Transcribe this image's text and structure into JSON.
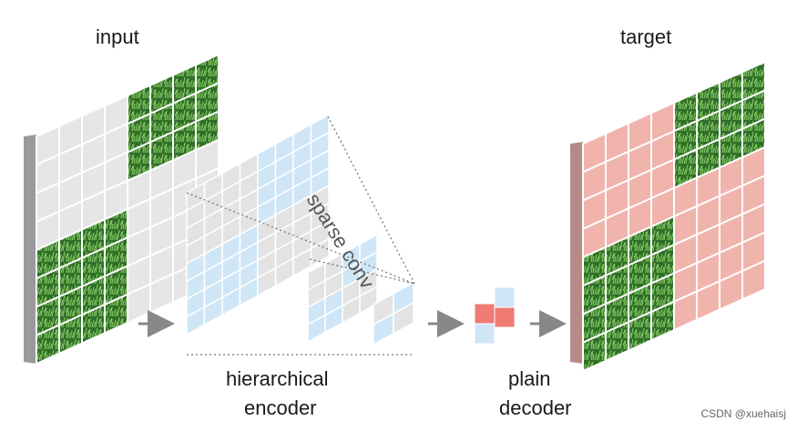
{
  "labels": {
    "input": "input",
    "target": "target",
    "encoder_line1": "hierarchical",
    "encoder_line2": "encoder",
    "decoder_line1": "plain",
    "decoder_line2": "decoder",
    "sparse_conv": "sparse conv"
  },
  "watermark": "CSDN @xuehaisj",
  "colors": {
    "grass": "#3f7d32",
    "masked_tile": "#e6e6e6",
    "sparse_active": "#cfe6f7",
    "sparse_empty": "#e3e3e3",
    "decoder_red": "#ef7b73",
    "decoder_blue": "#cfe6f7",
    "target_tint": "#f0b4ad",
    "arrow": "#888888"
  }
}
